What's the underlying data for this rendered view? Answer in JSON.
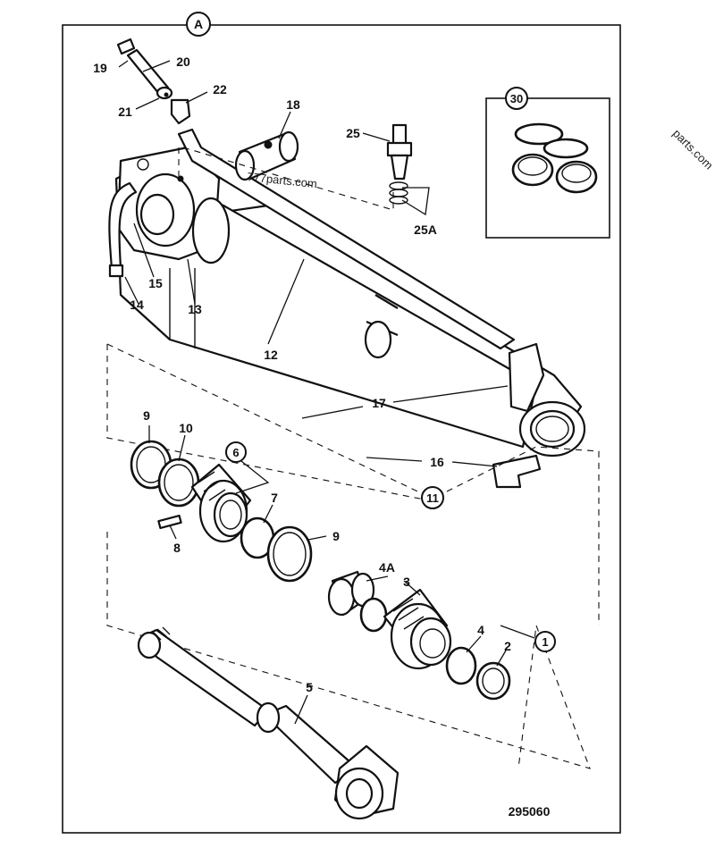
{
  "view_label": "A",
  "drawing_number": "295060",
  "watermark": "777parts.com",
  "watermark_edge": "parts.com",
  "callouts": {
    "c1": "1",
    "c2": "2",
    "c3": "3",
    "c4": "4",
    "c4a": "4A",
    "c5": "5",
    "c6": "6",
    "c7": "7",
    "c8": "8",
    "c9a": "9",
    "c9b": "9",
    "c10": "10",
    "c11": "11",
    "c12": "12",
    "c13": "13",
    "c14": "14",
    "c15": "15",
    "c16": "16",
    "c17": "17",
    "c18": "18",
    "c19": "19",
    "c20": "20",
    "c21": "21",
    "c22": "22",
    "c25": "25",
    "c25a": "25A",
    "c30": "30"
  },
  "colors": {
    "ink": "#111111",
    "paper": "#ffffff"
  }
}
